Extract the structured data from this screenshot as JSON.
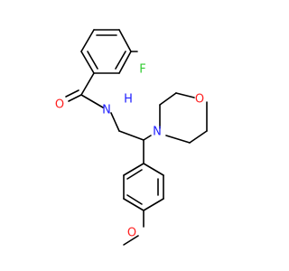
{
  "colors": {
    "bond": "#000000",
    "carbon": "#000000",
    "fluorine": "#33cc33",
    "nitrogen": "#1f1fff",
    "oxygen": "#ff2020",
    "background": "#ffffff"
  },
  "atoms": {
    "fluorine": {
      "label": "F"
    },
    "amide_oxygen": {
      "label": "O"
    },
    "amide_nitrogen": {
      "label": "N"
    },
    "amide_hydrogen": {
      "label": "H"
    },
    "morpholine_nitrogen": {
      "label": "N"
    },
    "morpholine_oxygen": {
      "label": "O"
    },
    "methoxy_oxygen": {
      "label": "O"
    }
  }
}
